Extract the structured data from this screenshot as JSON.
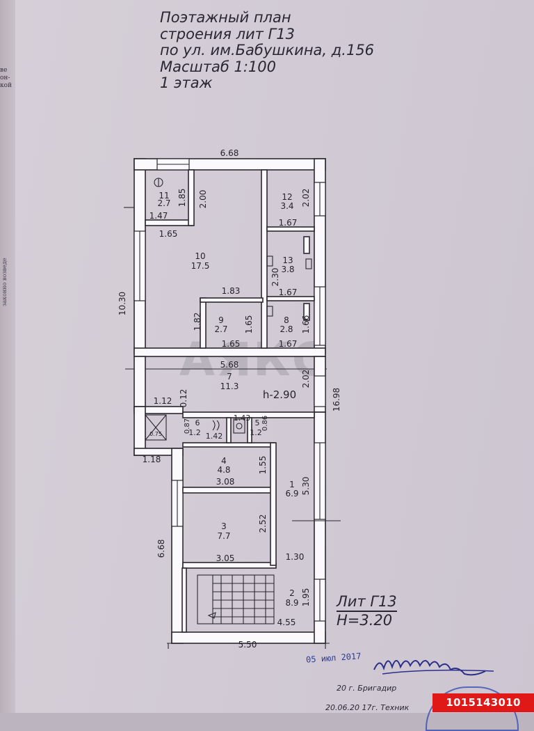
{
  "title": {
    "line1": "Поэтажный план",
    "line2": "строения лит Г13",
    "line3": "по ул. им.Бабушкина, д.156",
    "line4": "Масштаб 1:100",
    "line5": "1 этаж"
  },
  "rooms": [
    {
      "num": "11",
      "area": "2.7"
    },
    {
      "num": "12",
      "area": "3.4"
    },
    {
      "num": "10",
      "area": "17.5"
    },
    {
      "num": "13",
      "area": "3.8"
    },
    {
      "num": "9",
      "area": "2.7"
    },
    {
      "num": "8",
      "area": "2.8"
    },
    {
      "num": "7",
      "area": "11.3"
    },
    {
      "num": "6",
      "area": "1.2"
    },
    {
      "num": "5",
      "area": "1.2"
    },
    {
      "num": "4",
      "area": "4.8"
    },
    {
      "num": "1",
      "area": "6.9"
    },
    {
      "num": "3",
      "area": "7.7"
    },
    {
      "num": "2",
      "area": "8.9"
    }
  ],
  "dimensions": {
    "top_width": "6.68",
    "room11_h": "1.85",
    "room10_h": "2.00",
    "room11_w": "1.47",
    "room10_top_w": "1.65",
    "room12_h": "2.02",
    "room12_w": "1.67",
    "room13_h": "2.30",
    "room13_w": "1.67",
    "left_height": "10.30",
    "room10_bottom_w": "1.83",
    "room9_left_h": "1.82",
    "room9_h": "1.65",
    "room9_w": "1.65",
    "room8_h": "1.66",
    "room8_w": "1.67",
    "corridor_w": "5.68",
    "corridor_h": "2.02",
    "right_height": "16.98",
    "stair_w": "1.12",
    "stair_h": "0.12",
    "stair_area": "0.75",
    "room6_h": "0.87",
    "room6_w": "1.42",
    "room5_w": "1.43",
    "room5_h": "0.86",
    "wing_offset": "1.18",
    "room4_h": "1.55",
    "room4_w": "3.08",
    "room1_h": "5.30",
    "room3_h": "2.52",
    "room3_w": "3.05",
    "room2_w": "1.30",
    "room2_h": "1.95",
    "stairs_w": "4.55",
    "left_lower_h": "6.68",
    "bottom_width": "5.50"
  },
  "ceiling_note": "h-2.90",
  "lit_label": "Лит Г13",
  "height_label": "H=3.20",
  "stamp_date": "05 июл 2017",
  "brigadir_line": "20 г. Бригадир",
  "technik_line": "20.06.20 17г. Техник",
  "doc_id": "1015143010",
  "prev_page": {
    "top": "ве\nон-\nкой",
    "side": "законно возведе"
  },
  "watermark": "АЯКС"
}
